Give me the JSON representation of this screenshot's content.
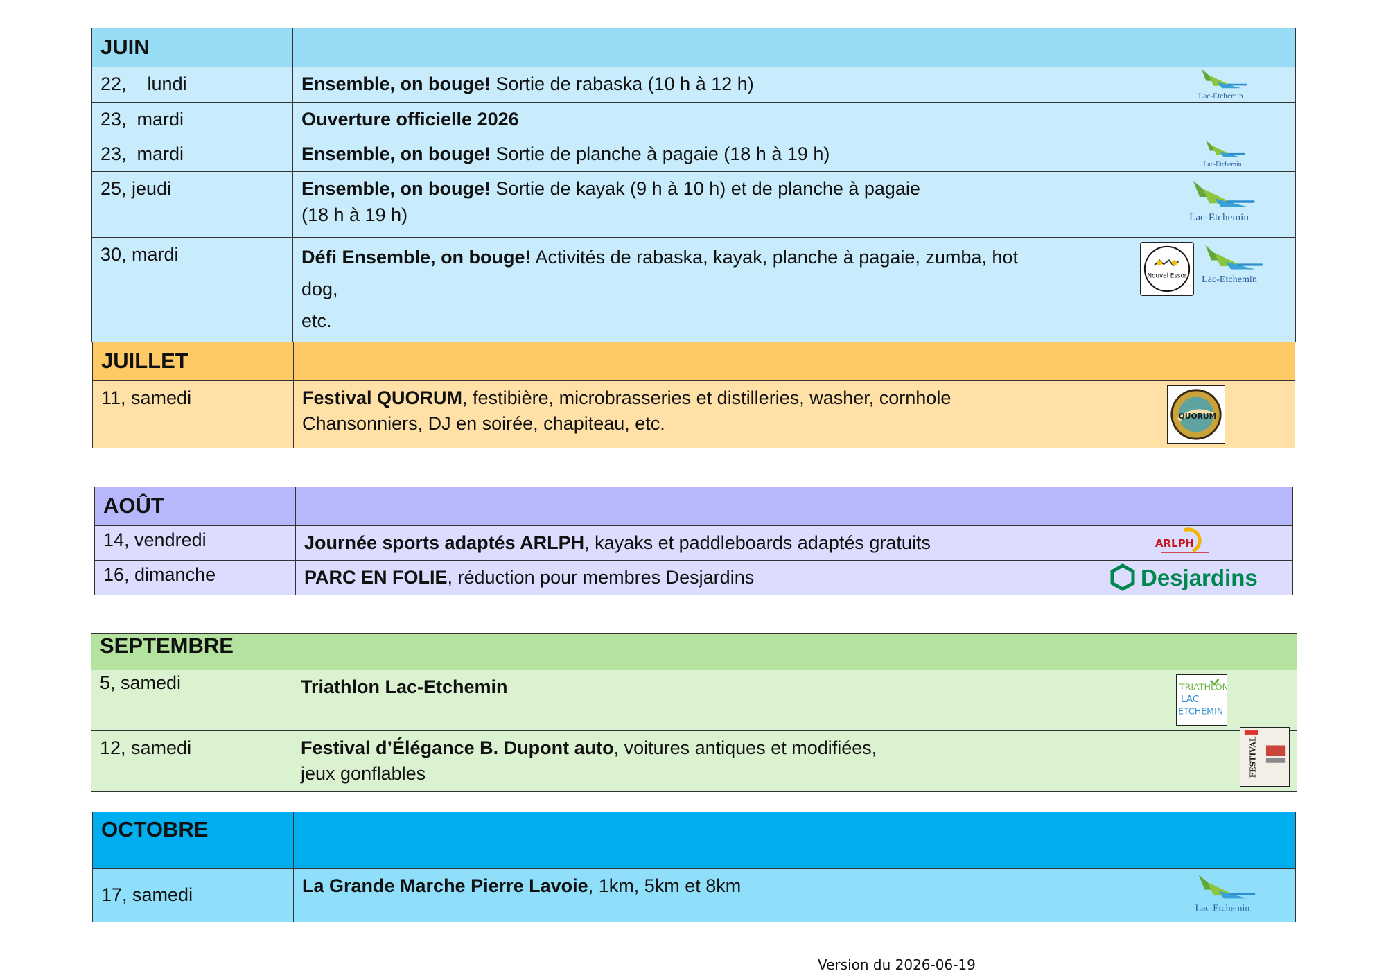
{
  "months": [
    {
      "name": "JUIN",
      "rows": [
        {
          "date": "22,    lundi",
          "bold": "Ensemble, on bouge!",
          "text": " Sortie de rabaska (10 h à 12 h)",
          "line2": ""
        },
        {
          "date": "23,  mardi",
          "bold": "Ouverture officielle 2026",
          "text": "",
          "line2": ""
        },
        {
          "date": "23,  mardi",
          "bold": "Ensemble, on bouge!",
          "text": " Sortie de planche à pagaie (18 h à 19 h)",
          "line2": ""
        },
        {
          "date": "25, jeudi",
          "bold": "Ensemble, on bouge!",
          "text": " Sortie de kayak (9 h à 10 h) et de planche à pagaie",
          "line2": "(18 h à 19 h)"
        },
        {
          "date": "30, mardi",
          "bold": "Défi Ensemble, on bouge!",
          "text": " Activités de rabaska, kayak, planche à pagaie, zumba, hot dog,",
          "line2": "etc."
        }
      ]
    },
    {
      "name": "JUILLET",
      "rows": [
        {
          "date": "11, samedi",
          "bold": "Festival QUORUM",
          "text": ", festibière, microbrasseries et distilleries, washer, cornhole",
          "line2": "Chansonniers, DJ en soirée, chapiteau, etc."
        }
      ]
    },
    {
      "name": "AOÛT",
      "rows": [
        {
          "date": "14, vendredi",
          "bold": "Journée sports adaptés ARLPH",
          "text": ", kayaks et paddleboards adaptés gratuits",
          "line2": ""
        },
        {
          "date": "16, dimanche",
          "bold": "PARC EN FOLIE",
          "text": ", réduction pour membres Desjardins",
          "line2": ""
        }
      ]
    },
    {
      "name": "SEPTEMBRE",
      "rows": [
        {
          "date": "5, samedi",
          "bold": "Triathlon Lac-Etchemin",
          "text": "",
          "line2": ""
        },
        {
          "date": "12, samedi",
          "bold": "Festival d’Élégance B. Dupont auto",
          "text": ", voitures antiques et modifiées,",
          "line2": "jeux gonflables"
        }
      ]
    },
    {
      "name": "OCTOBRE",
      "rows": [
        {
          "date": "17, samedi",
          "bold": "La Grande Marche Pierre Lavoie",
          "text": ", 1km, 5km et 8km",
          "line2": ""
        }
      ]
    }
  ],
  "logos": {
    "lac_etchemin": "Lac-Etchemin",
    "nouvel_essor": "Nouvel Essor",
    "quorum": "QUORUM",
    "arlph": "ARLPH",
    "desjardins": "Desjardins",
    "triathlon": [
      "TRIATHLON",
      "LAC",
      "ETCHEMIN"
    ],
    "festival": "FESTIVAL"
  },
  "footer": "Version du 2026-06-19",
  "colors": {
    "juin_header": "#96dcf5",
    "juin_row": "#c8ecfb",
    "juillet_header": "#ffc965",
    "juillet_row": "#ffe0a6",
    "aout_header": "#b7b7fc",
    "aout_row": "#dcdcfe",
    "septembre_header": "#b3e39e",
    "septembre_row": "#dbf2d0",
    "octobre_header": "#00aeef",
    "octobre_row": "#8fdffa",
    "desjardins": "#00874e"
  }
}
